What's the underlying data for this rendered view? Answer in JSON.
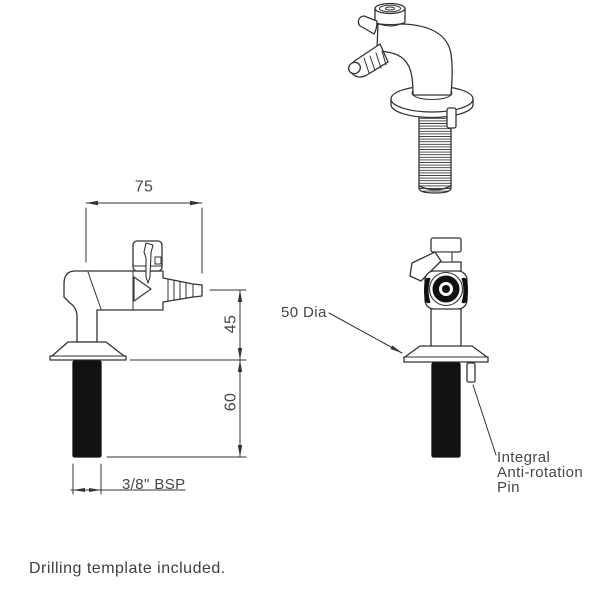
{
  "annotations": {
    "width_dim": "75",
    "spout_height_dim": "45",
    "shank_length_dim": "60",
    "thread_spec": "3/8\" BSP",
    "flange_diameter": "50 Dia",
    "pin_note": [
      "Integral",
      "Anti-rotation",
      "Pin"
    ],
    "footer_note": "Drilling template included."
  },
  "colors": {
    "line": "#333333",
    "solid_fill": "#111111",
    "text": "#474747",
    "background": "#ffffff"
  }
}
